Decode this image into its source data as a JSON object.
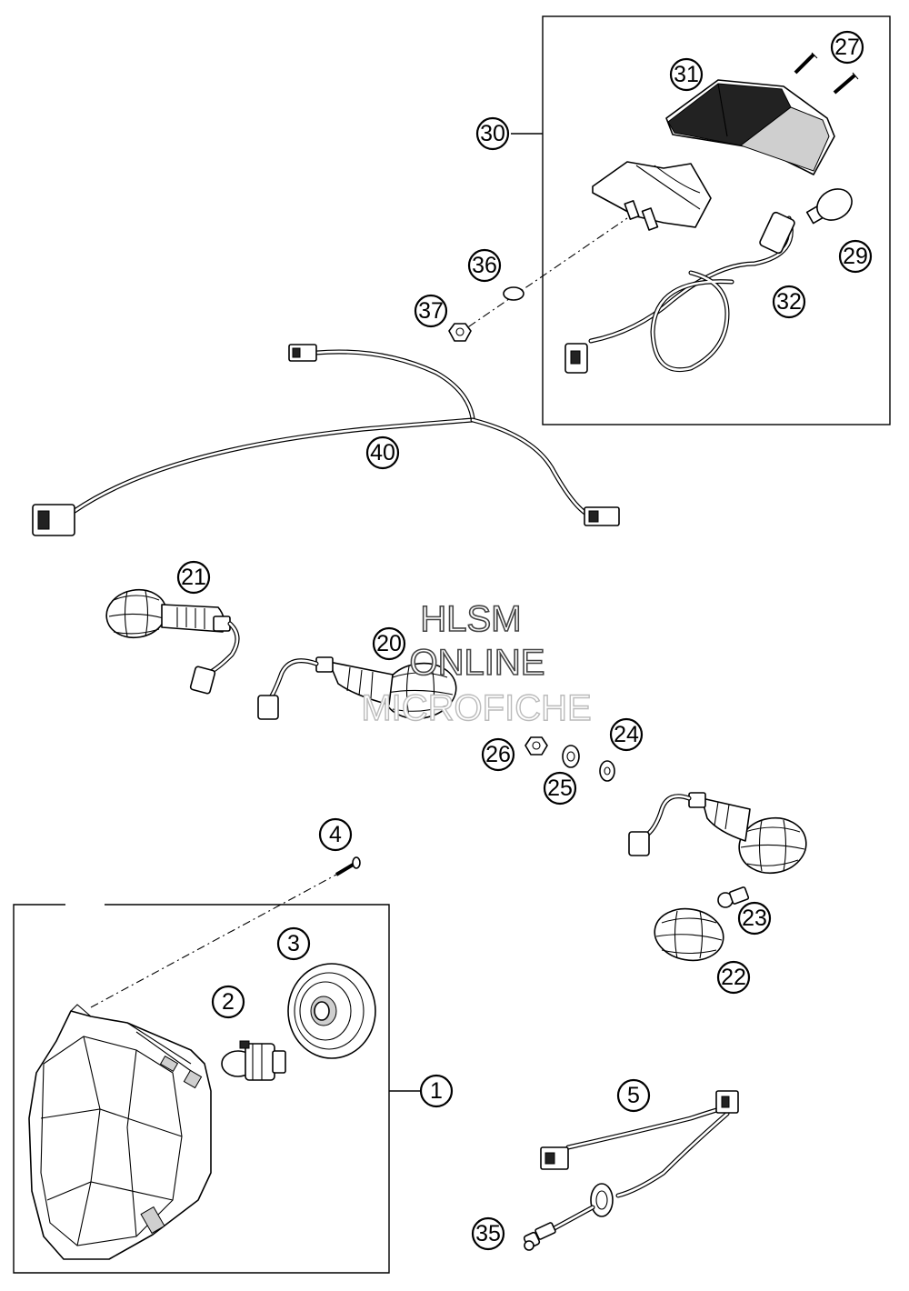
{
  "watermark": {
    "line1": "HLSM",
    "line2": "ONLINE",
    "line3": "MICROFICHE"
  },
  "callouts": [
    {
      "id": "c1",
      "label": "1"
    },
    {
      "id": "c2",
      "label": "2"
    },
    {
      "id": "c3",
      "label": "3"
    },
    {
      "id": "c4",
      "label": "4"
    },
    {
      "id": "c5",
      "label": "5"
    },
    {
      "id": "c20",
      "label": "20"
    },
    {
      "id": "c21",
      "label": "21"
    },
    {
      "id": "c22",
      "label": "22"
    },
    {
      "id": "c23",
      "label": "23"
    },
    {
      "id": "c24",
      "label": "24"
    },
    {
      "id": "c25",
      "label": "25"
    },
    {
      "id": "c26",
      "label": "26"
    },
    {
      "id": "c27",
      "label": "27"
    },
    {
      "id": "c29",
      "label": "29"
    },
    {
      "id": "c30",
      "label": "30"
    },
    {
      "id": "c31",
      "label": "31"
    },
    {
      "id": "c32",
      "label": "32"
    },
    {
      "id": "c35",
      "label": "35"
    },
    {
      "id": "c36",
      "label": "36"
    },
    {
      "id": "c37",
      "label": "37"
    },
    {
      "id": "c40",
      "label": "40"
    }
  ]
}
